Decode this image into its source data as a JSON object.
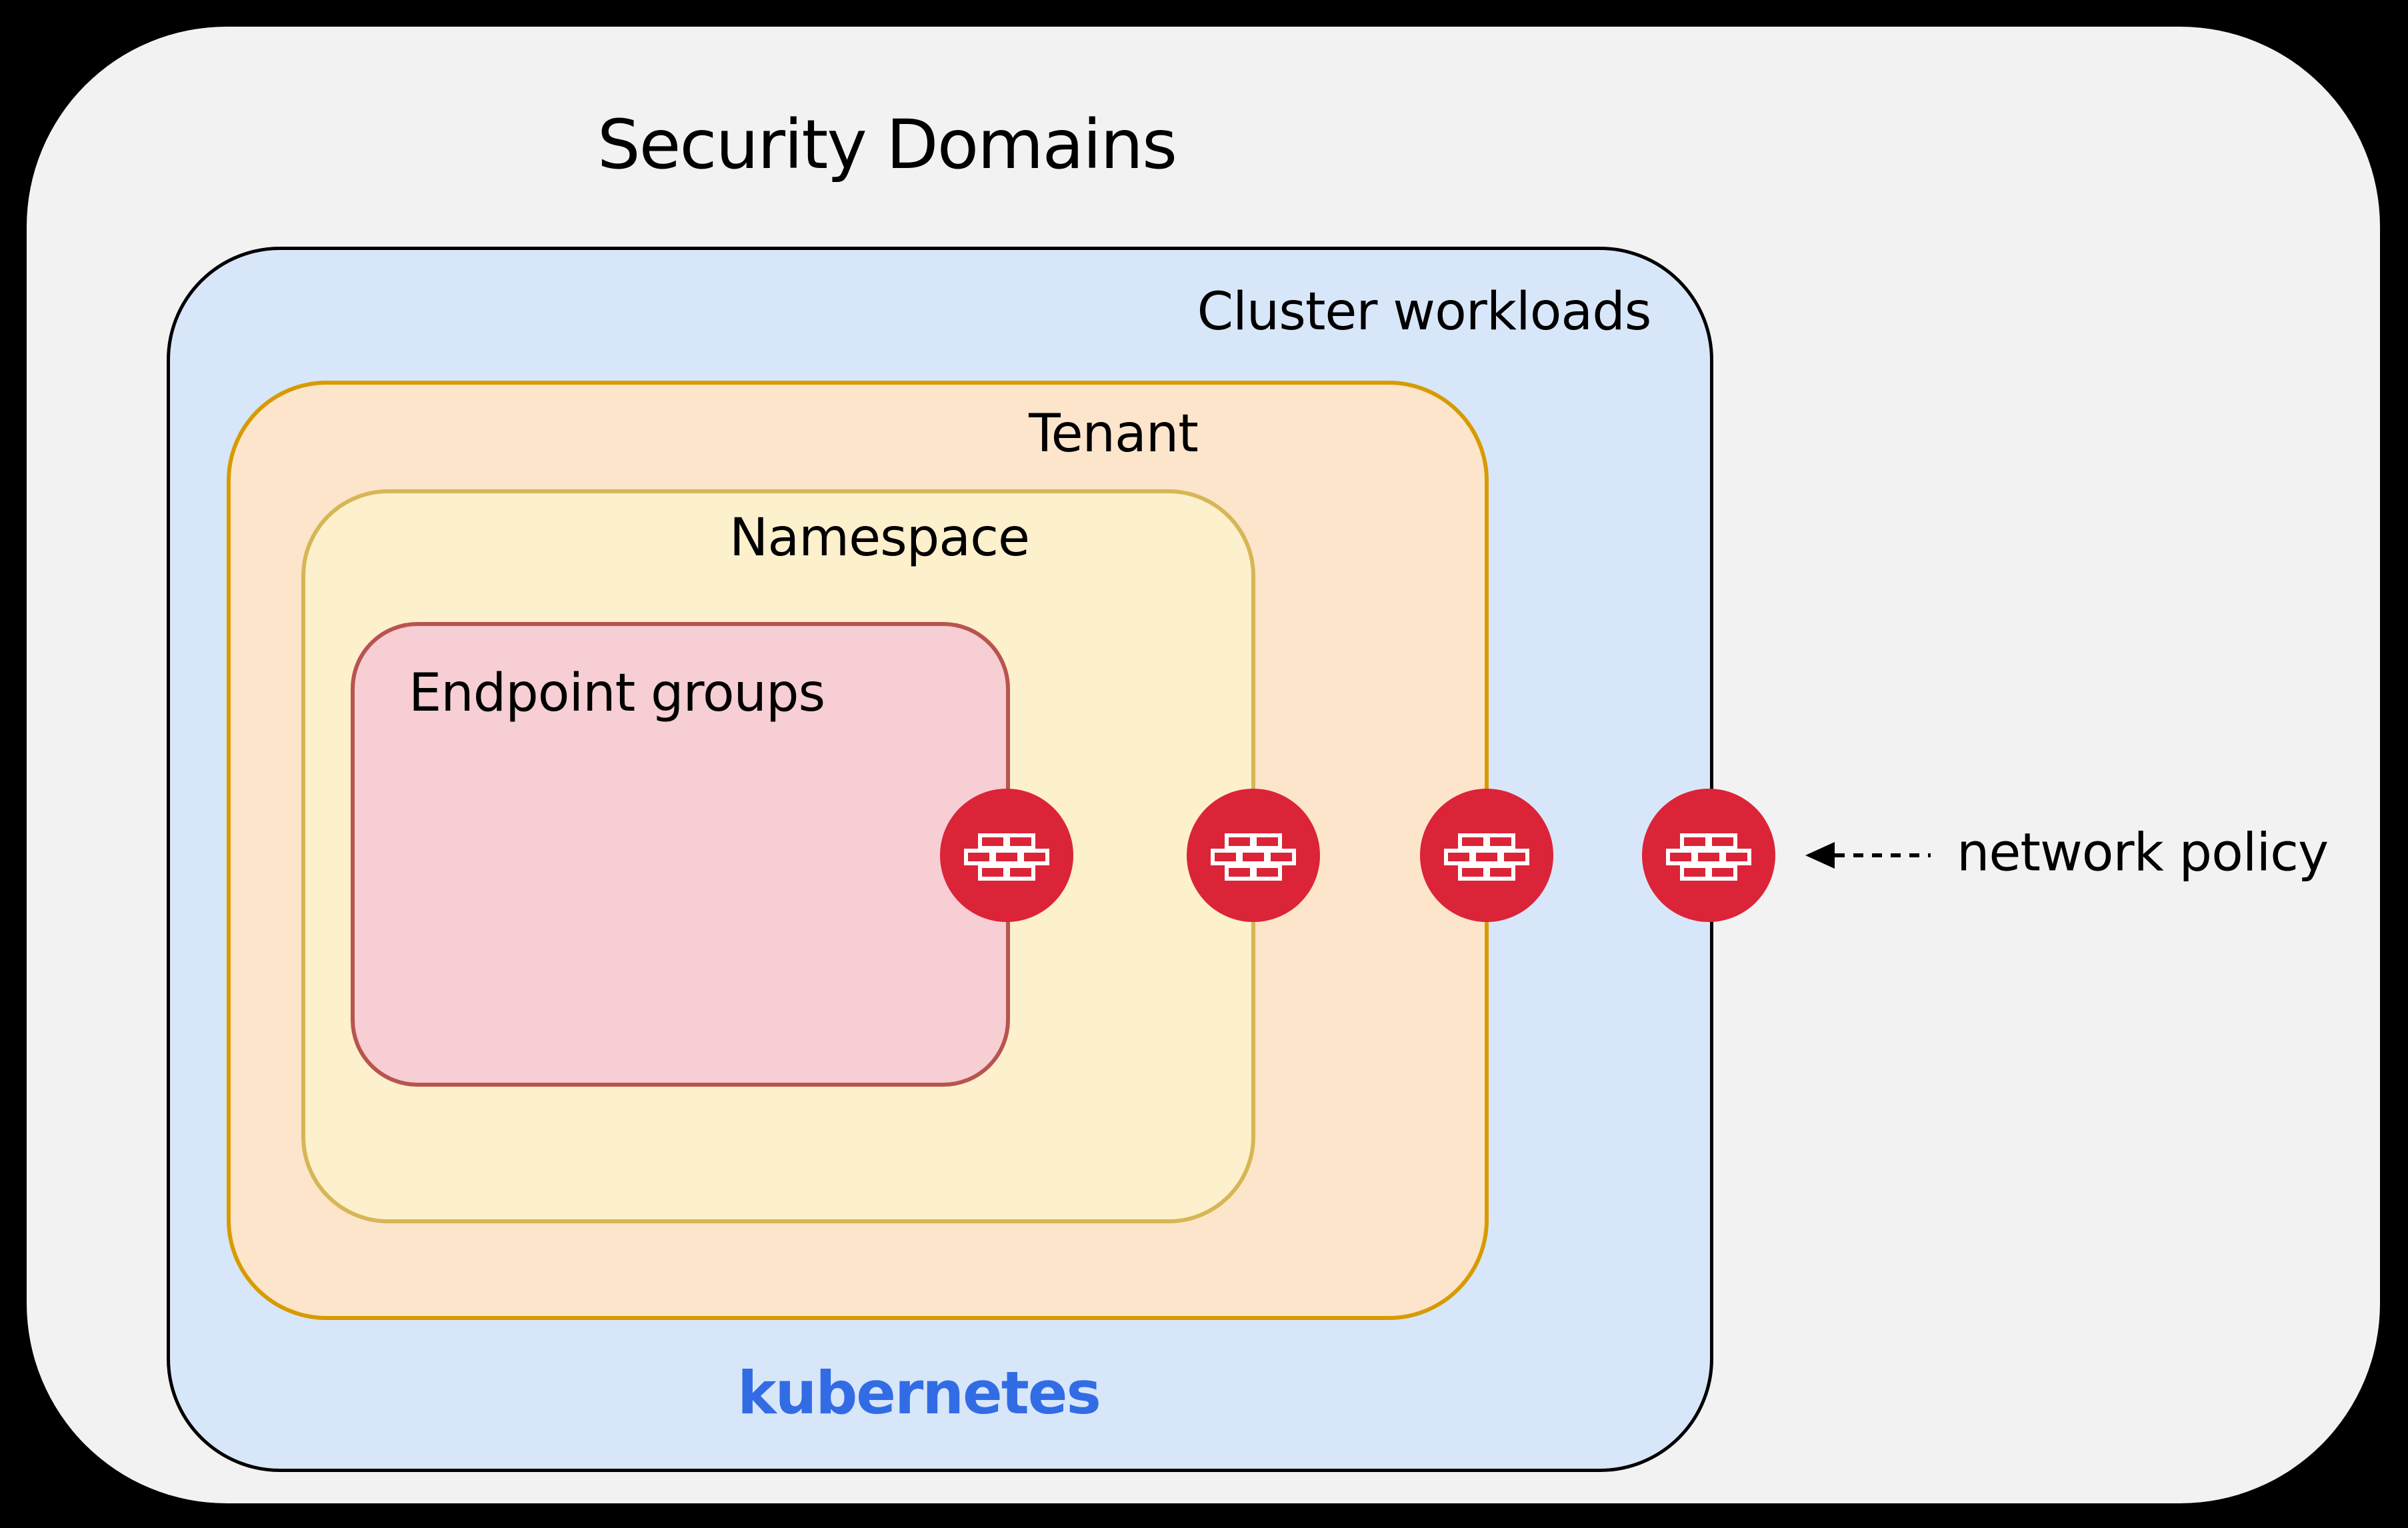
{
  "title": "Security Domains",
  "domains": [
    {
      "id": "cluster-workloads",
      "label": "Cluster workloads",
      "fill": "#D8E6F9",
      "border": "#000000"
    },
    {
      "id": "tenant",
      "label": "Tenant",
      "fill": "#FCE5CB",
      "border": "#D79B00"
    },
    {
      "id": "namespace",
      "label": "Namespace",
      "fill": "#FDF0CC",
      "border": "#D6B656"
    },
    {
      "id": "endpoint-groups",
      "label": "Endpoint groups",
      "fill": "#F6CED3",
      "border": "#B85450"
    }
  ],
  "branding": {
    "kubernetes_label": "kubernetes",
    "kubernetes_color": "#326CE5"
  },
  "annotation": {
    "network_policy_label": "network policy",
    "arrow_style": "dashed, pointing left toward outermost firewall"
  },
  "icons": {
    "firewall": "firewall-brick-wall-in-red-circle",
    "firewall_count": 4,
    "firewall_color": "#DB2438"
  },
  "colors": {
    "page_background": "#000000",
    "panel_background": "#F2F2F2",
    "text": "#000000"
  }
}
